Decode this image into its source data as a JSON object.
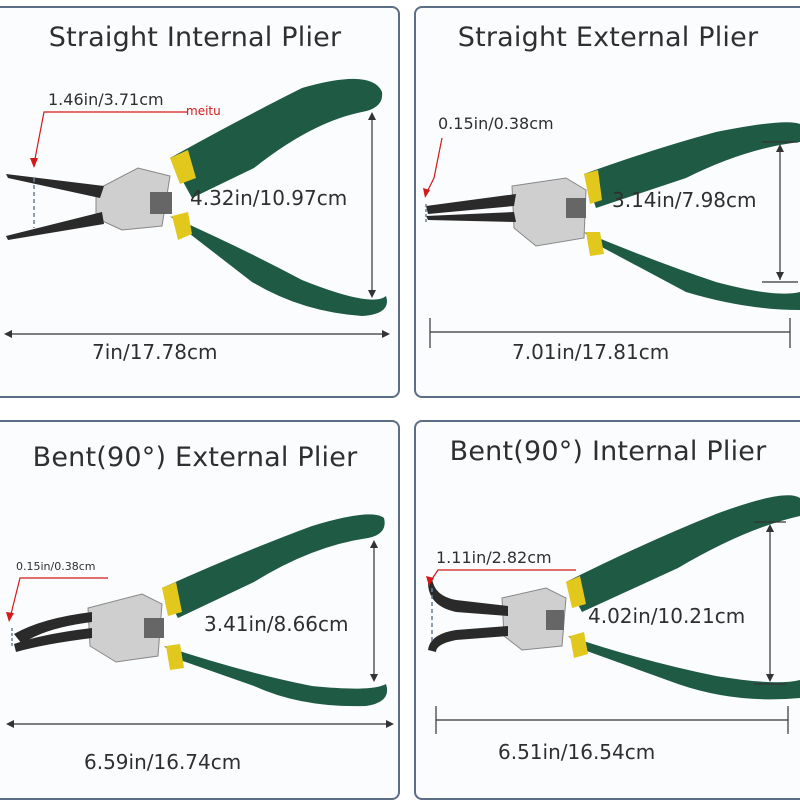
{
  "panels": [
    {
      "title": "Straight Internal Plier",
      "tip_label": "1.46in/3.71cm",
      "watermark": "meitu",
      "height_label": "4.32in/10.97cm",
      "length_label": "7in/17.78cm"
    },
    {
      "title": "Straight External Plier",
      "tip_label": "0.15in/0.38cm",
      "height_label": "3.14in/7.98cm",
      "length_label": "7.01in/17.81cm"
    },
    {
      "title": "Bent(90°) External Plier",
      "tip_label": "0.15in/0.38cm",
      "height_label": "3.41in/8.66cm",
      "length_label": "6.59in/16.74cm"
    },
    {
      "title": "Bent(90°) Internal Plier",
      "tip_label": "1.11in/2.82cm",
      "height_label": "4.02in/10.21cm",
      "length_label": "6.51in/16.54cm"
    }
  ],
  "colors": {
    "handle": "#1f5a45",
    "collar": "#e2c81c",
    "jaw": "#2a2a2a",
    "pivot": "#cfcfcf",
    "arrow": "#d21a1a",
    "border": "#5c6e86"
  }
}
